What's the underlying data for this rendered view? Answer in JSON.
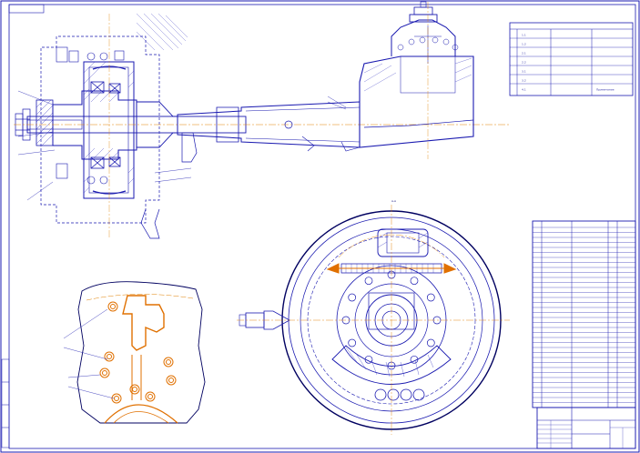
{
  "drawing": {
    "table_rows": [
      {
        "code": "1.1",
        "name": "",
        "note": ""
      },
      {
        "code": "1.2",
        "name": "",
        "note": ""
      },
      {
        "code": "2.1",
        "name": "",
        "note": ""
      },
      {
        "code": "2.2",
        "name": "",
        "note": ""
      },
      {
        "code": "3.1",
        "name": "",
        "note": ""
      },
      {
        "code": "3.2",
        "name": "",
        "note": ""
      },
      {
        "code": "4.1",
        "name": "",
        "note": ""
      }
    ],
    "table_footer": "Примечание",
    "notes_text": [
      "",
      "",
      "",
      "",
      "",
      "",
      "",
      "",
      "",
      "",
      "",
      "",
      "",
      "",
      "",
      "",
      "",
      ""
    ],
    "section_label": "A-A",
    "left_caption": "",
    "center_caption": "",
    "bottom_caption": "",
    "stamp_title": "",
    "stamp_code": ""
  },
  "colors": {
    "line": "#1a1ab0",
    "dark_line": "#000060",
    "axis": "#e08000",
    "hatch": "#3030c0",
    "highlight": "#e07000"
  }
}
